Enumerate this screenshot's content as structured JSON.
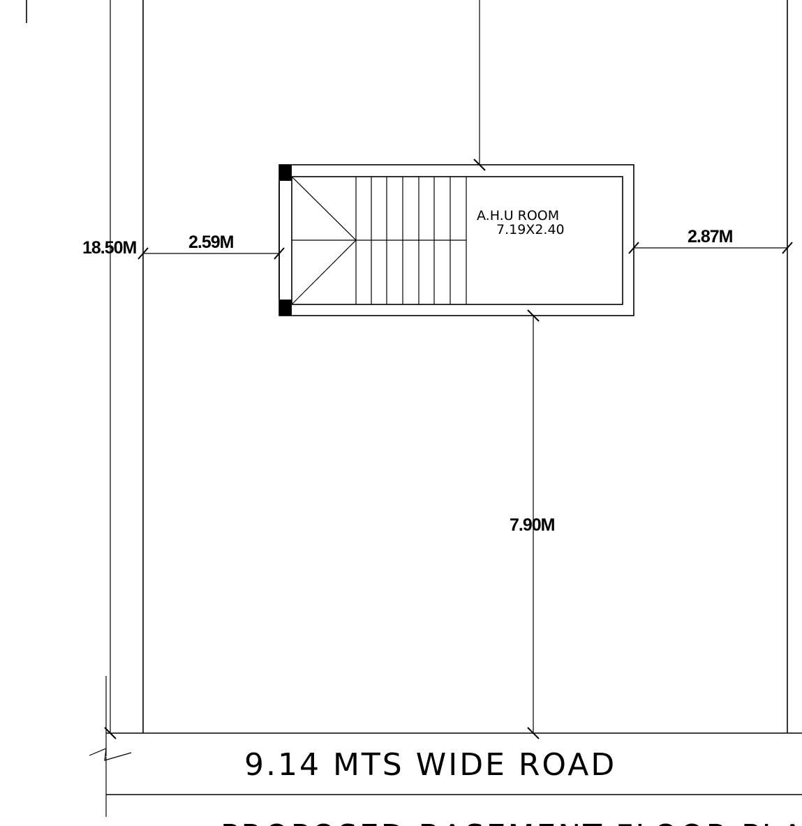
{
  "room": {
    "name": "A.H.U ROOM",
    "size": "7.19X2.40"
  },
  "dimensions": {
    "plot_depth": "18.50M",
    "left_setback": "2.59M",
    "right_setback": "2.87M",
    "front_setback": "7.90M"
  },
  "road": {
    "label": "9.14 MTS WIDE ROAD"
  },
  "drawing": {
    "title": "PROPOSED BASEMENT FLOOR PLAN"
  }
}
